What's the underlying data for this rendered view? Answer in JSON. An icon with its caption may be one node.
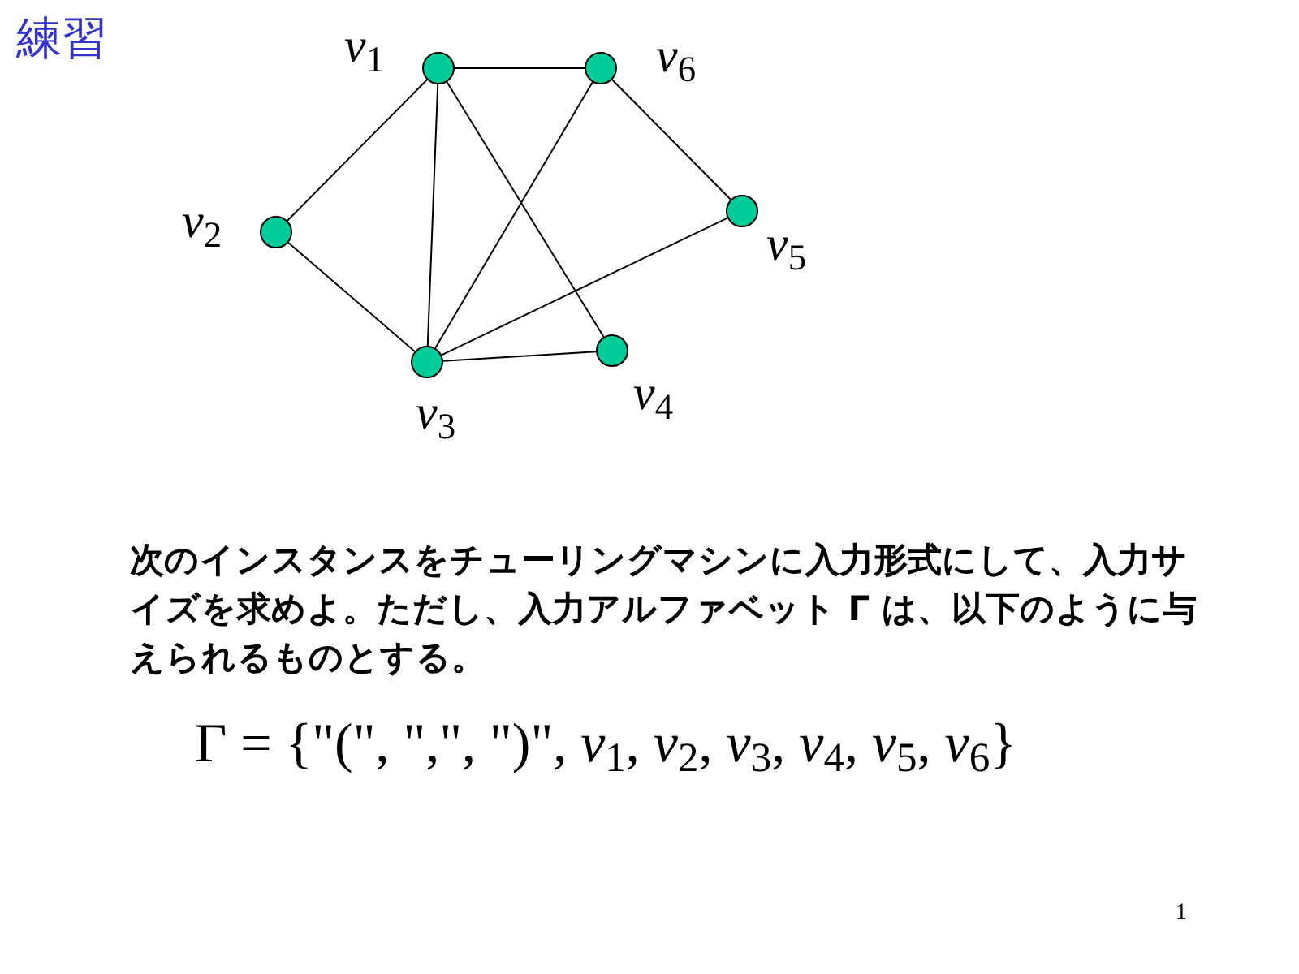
{
  "diagram": {
    "title": "練習",
    "nodes": [
      {
        "text": [],
        "shape": "circle",
        "beside": [
          "*v*$_{1}$"
        ]
      },
      {
        "text": [],
        "shape": "circle",
        "beside": [
          "*v*$_{2}$"
        ]
      },
      {
        "text": [],
        "shape": "circle",
        "beside": [
          "*v*$_{3}$"
        ]
      },
      {
        "text": [],
        "shape": "circle",
        "beside": [
          "*v*$_{4}$"
        ]
      },
      {
        "text": [],
        "shape": "circle",
        "beside": [
          "*v*$_{5}$"
        ]
      },
      {
        "text": [],
        "shape": "circle",
        "beside": [
          "*v*$_{6}$"
        ]
      }
    ],
    "edges": [
      {
        "from": 0,
        "to": 5,
        "arrow": "none"
      },
      {
        "from": 0,
        "to": 1,
        "arrow": "none"
      },
      {
        "from": 0,
        "to": 2,
        "arrow": "none"
      },
      {
        "from": 0,
        "to": 3,
        "arrow": "none"
      },
      {
        "from": 5,
        "to": 2,
        "arrow": "none"
      },
      {
        "from": 5,
        "to": 4,
        "arrow": "none"
      },
      {
        "from": 1,
        "to": 2,
        "arrow": "none"
      },
      {
        "from": 2,
        "to": 3,
        "arrow": "none"
      },
      {
        "from": 2,
        "to": 4,
        "arrow": "none"
      }
    ],
    "labels": [
      "次のインスタンスをチューリングマシンに入力形式にして、入力サイズを求めよ。ただし、入力アルファベット Γ は、以下のように与えられるものとする。",
      "Γ = {\"(\", \",\", \")\", *v*$_{1}$, *v*$_{2}$, *v*$_{3}$, *v*$_{4}$, *v*$_{5}$, *v*$_{6}$}",
      "1"
    ]
  }
}
